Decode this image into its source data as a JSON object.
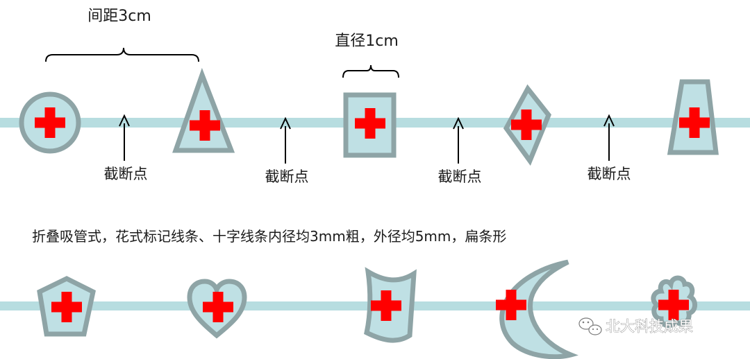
{
  "labels": {
    "spacing": "间距3cm",
    "diameter": "直径1cm",
    "cut_point": "截断点",
    "description": "折叠吸管式，花式标记线条、十字线条内径均3mm粗，外径均5mm，扁条形",
    "watermark": "北大科技成果"
  },
  "icons": {
    "cross": "red-cross-icon",
    "watermark": "wechat-icon"
  },
  "colors": {
    "strip": "#b7dde0",
    "shape_fill": "#bfe0e4",
    "shape_border": "#8ea4a6",
    "cross": "#ff0000",
    "text": "#1a1a1a"
  },
  "markers_row1": [
    "circle",
    "triangle",
    "rectangle",
    "diamond",
    "trapezoid"
  ],
  "markers_row2": [
    "pentagon",
    "heart",
    "wavy-flag",
    "crescent",
    "flower"
  ]
}
